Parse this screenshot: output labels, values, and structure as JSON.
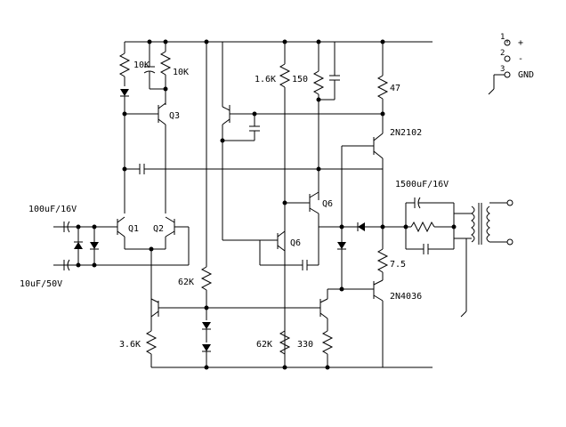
{
  "labels": {
    "r_10k_a": "10K",
    "r_10k_b": "10K",
    "q3": "Q3",
    "r_1k6": "1.6K",
    "r_150": "150",
    "r_47": "47",
    "t_2n2102": "2N2102",
    "c_1500": "1500uF/16V",
    "q6_top": "Q6",
    "q6_bottom": "Q6",
    "c_100": "100uF/16V",
    "q1": "Q1",
    "q2": "Q2",
    "c_10": "10uF/50V",
    "r_62k_mid": "62K",
    "r_7_5": "7.5",
    "t_2n4036": "2N4036",
    "r_3k6": "3.6K",
    "r_62k_bottom": "62K",
    "r_330": "330"
  },
  "pins": [
    {
      "num": "1",
      "label": "+"
    },
    {
      "num": "2",
      "label": "-"
    },
    {
      "num": "3",
      "label": "GND"
    }
  ]
}
